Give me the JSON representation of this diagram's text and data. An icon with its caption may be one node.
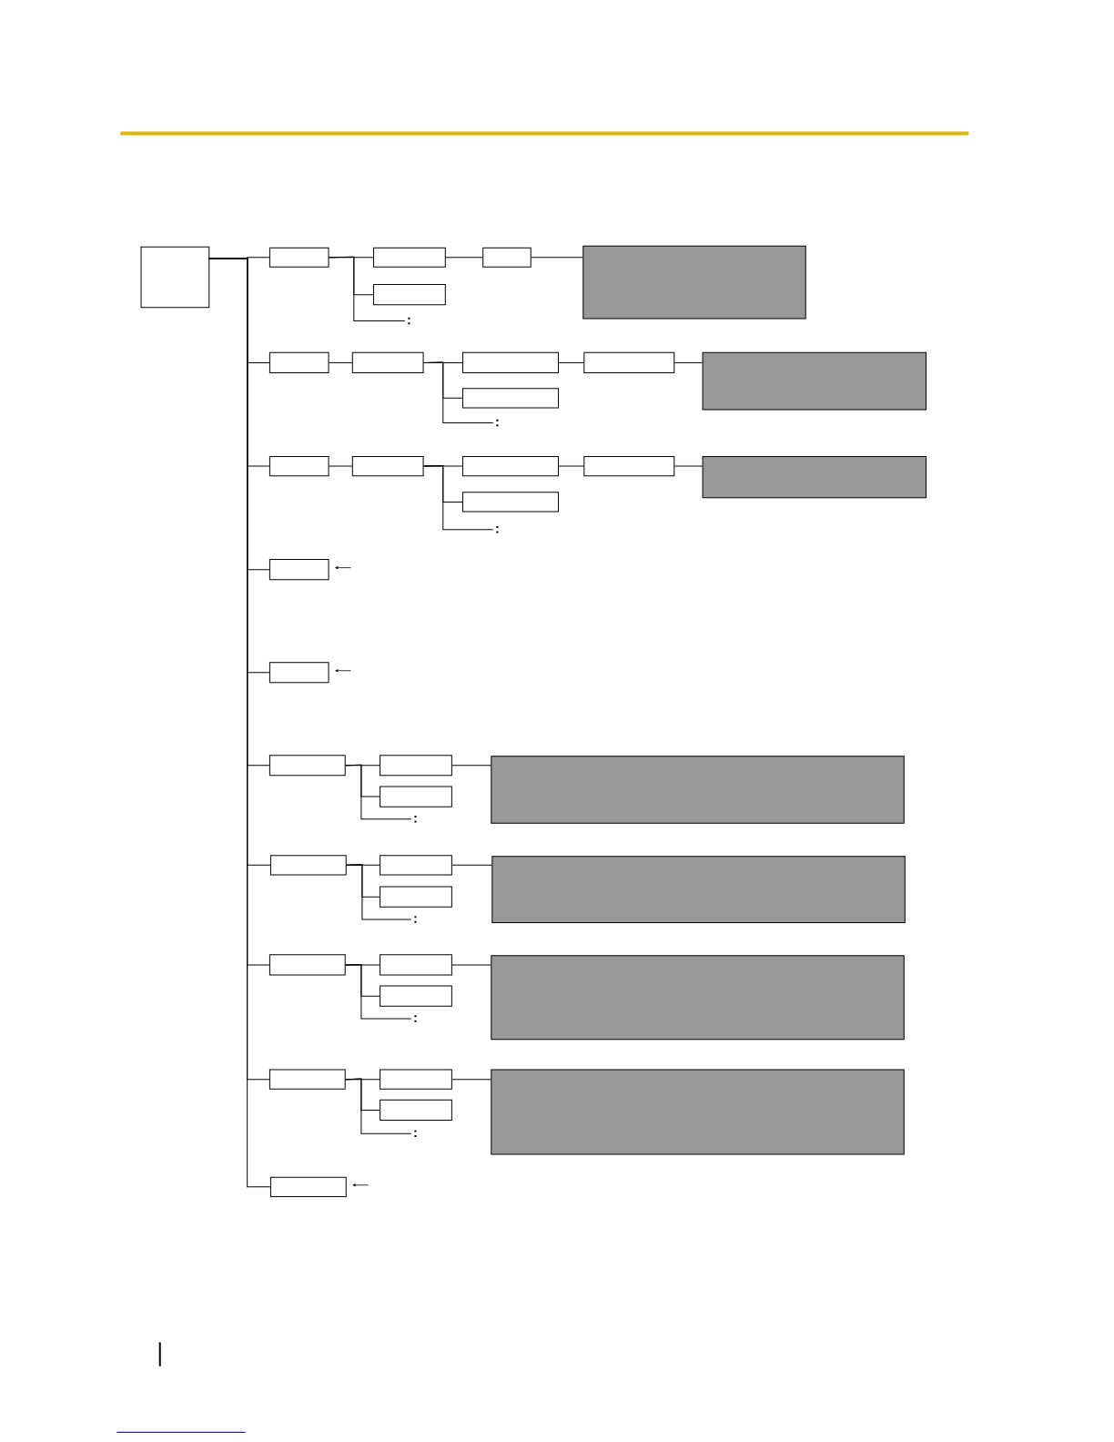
{
  "diagram": {
    "nodes": [
      {
        "text": [],
        "shape": "box"
      },
      {
        "text": [],
        "shape": "box"
      },
      {
        "text": [],
        "shape": "box"
      },
      {
        "text": [],
        "shape": "box"
      },
      {
        "text": [
          ":"
        ]
      },
      {
        "text": [],
        "shape": "box"
      },
      {
        "text": [],
        "shape": "panel"
      },
      {
        "text": [],
        "shape": "box"
      },
      {
        "text": [],
        "shape": "box"
      },
      {
        "text": [],
        "shape": "box"
      },
      {
        "text": [],
        "shape": "box"
      },
      {
        "text": [
          ":"
        ]
      },
      {
        "text": [],
        "shape": "box"
      },
      {
        "text": [],
        "shape": "panel"
      },
      {
        "text": [],
        "shape": "box"
      },
      {
        "text": [],
        "shape": "box"
      },
      {
        "text": [],
        "shape": "box"
      },
      {
        "text": [],
        "shape": "box"
      },
      {
        "text": [
          ":"
        ]
      },
      {
        "text": [],
        "shape": "box"
      },
      {
        "text": [],
        "shape": "panel"
      },
      {
        "text": [],
        "shape": "box"
      },
      {
        "text": [],
        "shape": "box"
      },
      {
        "text": [],
        "shape": "box"
      },
      {
        "text": [],
        "shape": "box"
      },
      {
        "text": [],
        "shape": "box"
      },
      {
        "text": [
          ":"
        ]
      },
      {
        "text": [],
        "shape": "panel"
      },
      {
        "text": [],
        "shape": "box"
      },
      {
        "text": [],
        "shape": "box"
      },
      {
        "text": [],
        "shape": "box"
      },
      {
        "text": [
          ":"
        ]
      },
      {
        "text": [],
        "shape": "panel"
      },
      {
        "text": [],
        "shape": "box"
      },
      {
        "text": [],
        "shape": "box"
      },
      {
        "text": [],
        "shape": "box"
      },
      {
        "text": [
          ":"
        ]
      },
      {
        "text": [],
        "shape": "panel"
      },
      {
        "text": [],
        "shape": "box"
      },
      {
        "text": [],
        "shape": "box"
      },
      {
        "text": [],
        "shape": "box"
      },
      {
        "text": [
          ":"
        ]
      },
      {
        "text": [],
        "shape": "panel"
      },
      {
        "text": [],
        "shape": "box"
      }
    ],
    "edges": [
      {
        "from": 0,
        "to": 1,
        "arrow": "none"
      },
      {
        "from": 0,
        "to": 7,
        "arrow": "none"
      },
      {
        "from": 0,
        "to": 14,
        "arrow": "none"
      },
      {
        "from": 0,
        "to": 21,
        "arrow": "none"
      },
      {
        "from": 0,
        "to": 22,
        "arrow": "none"
      },
      {
        "from": 0,
        "to": 23,
        "arrow": "none"
      },
      {
        "from": 0,
        "to": 28,
        "arrow": "none"
      },
      {
        "from": 0,
        "to": 33,
        "arrow": "none"
      },
      {
        "from": 0,
        "to": 38,
        "arrow": "none"
      },
      {
        "from": 0,
        "to": 43,
        "arrow": "none"
      },
      {
        "from": 1,
        "to": 2,
        "arrow": "none"
      },
      {
        "from": 1,
        "to": 3,
        "arrow": "none"
      },
      {
        "from": 1,
        "to": 4,
        "arrow": "none"
      },
      {
        "from": 2,
        "to": 5,
        "arrow": "none"
      },
      {
        "from": 5,
        "to": 6,
        "arrow": "none"
      },
      {
        "from": 7,
        "to": 8,
        "arrow": "none"
      },
      {
        "from": 8,
        "to": 9,
        "arrow": "none"
      },
      {
        "from": 8,
        "to": 10,
        "arrow": "none"
      },
      {
        "from": 8,
        "to": 11,
        "arrow": "none"
      },
      {
        "from": 9,
        "to": 12,
        "arrow": "none"
      },
      {
        "from": 12,
        "to": 13,
        "arrow": "none"
      },
      {
        "from": 14,
        "to": 15,
        "arrow": "none"
      },
      {
        "from": 15,
        "to": 16,
        "arrow": "none"
      },
      {
        "from": 15,
        "to": 17,
        "arrow": "none"
      },
      {
        "from": 15,
        "to": 18,
        "arrow": "none"
      },
      {
        "from": 16,
        "to": 19,
        "arrow": "none"
      },
      {
        "from": 19,
        "to": 20,
        "arrow": "none"
      },
      {
        "from": 23,
        "to": 24,
        "arrow": "none"
      },
      {
        "from": 23,
        "to": 25,
        "arrow": "none"
      },
      {
        "from": 23,
        "to": 26,
        "arrow": "none"
      },
      {
        "from": 24,
        "to": 27,
        "arrow": "none"
      },
      {
        "from": 28,
        "to": 29,
        "arrow": "none"
      },
      {
        "from": 28,
        "to": 30,
        "arrow": "none"
      },
      {
        "from": 28,
        "to": 31,
        "arrow": "none"
      },
      {
        "from": 29,
        "to": 32,
        "arrow": "none"
      },
      {
        "from": 33,
        "to": 34,
        "arrow": "none"
      },
      {
        "from": 33,
        "to": 35,
        "arrow": "none"
      },
      {
        "from": 33,
        "to": 36,
        "arrow": "none"
      },
      {
        "from": 34,
        "to": 37,
        "arrow": "none"
      },
      {
        "from": 38,
        "to": 39,
        "arrow": "none"
      },
      {
        "from": 38,
        "to": 40,
        "arrow": "none"
      },
      {
        "from": 38,
        "to": 41,
        "arrow": "none"
      },
      {
        "from": 39,
        "to": 42,
        "arrow": "none"
      },
      {
        "from": null,
        "to": 21,
        "arrow": "to"
      },
      {
        "from": null,
        "to": 22,
        "arrow": "to"
      },
      {
        "from": null,
        "to": 43,
        "arrow": "to"
      }
    ]
  }
}
